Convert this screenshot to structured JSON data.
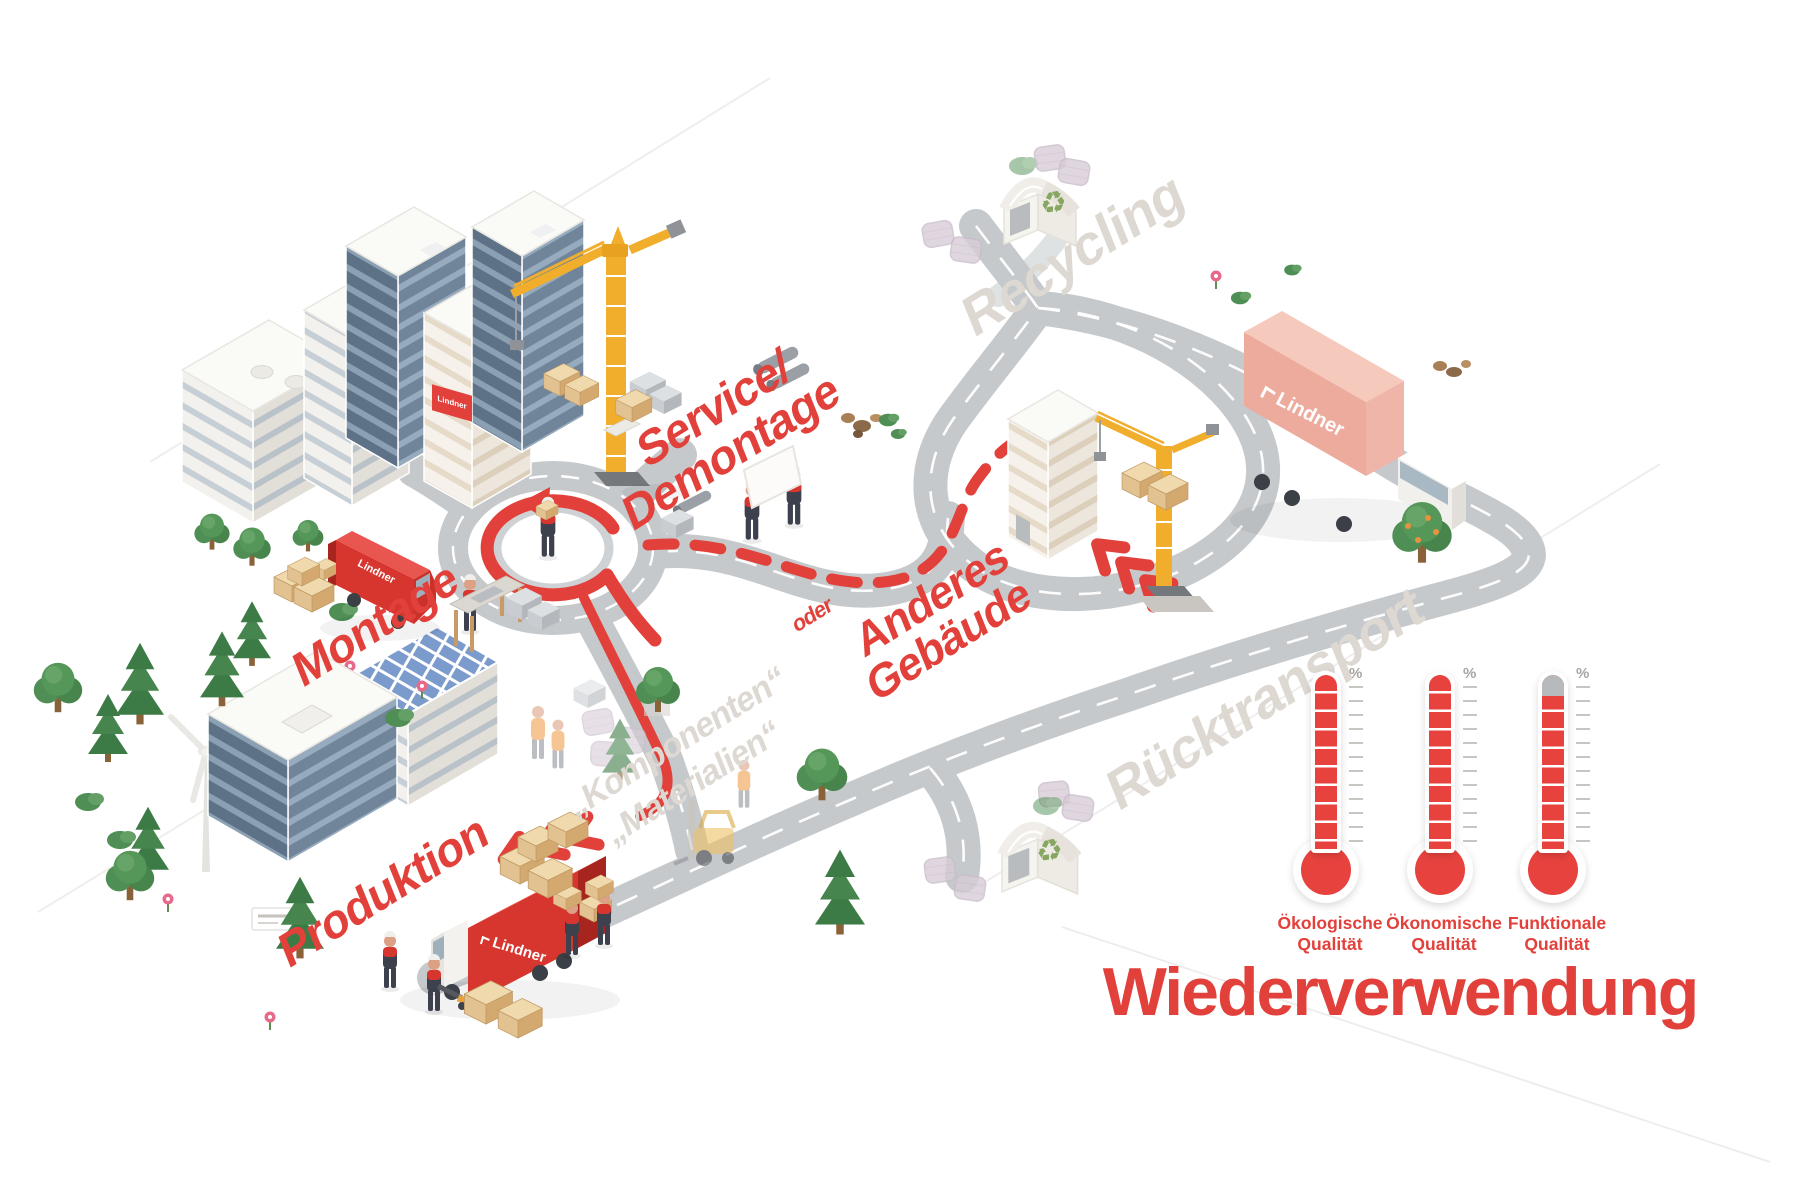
{
  "title": "Wiederverwendung",
  "brand": {
    "name": "Lindner"
  },
  "stage_labels": {
    "montage": "Montage",
    "service_line1": "Service/",
    "service_line2": "Demontage",
    "produktion": "Produktion",
    "oder": "oder",
    "anderes_line1": "Anderes",
    "anderes_line2": "Gebäude",
    "recycling": "Recycling",
    "ruecktransport": "Rücktransport",
    "komponenten": "„Komponenten“",
    "materialien": "„Materialien“"
  },
  "thermometers": {
    "unit": "%",
    "items": [
      {
        "label_line1": "Ökologische",
        "label_line2": "Qualität",
        "fill_percent": 100
      },
      {
        "label_line1": "Ökonomische",
        "label_line2": "Qualität",
        "fill_percent": 100
      },
      {
        "label_line1": "Funktionale",
        "label_line2": "Qualität",
        "fill_percent": 88
      }
    ]
  },
  "icons": {
    "recycle_glyph": "♻"
  },
  "colors": {
    "accent_red": "#e2403a",
    "truck_red": "#d7362f",
    "faded_label_grey": "#ddd8d2",
    "road_grey": "#c6c9cb",
    "crane_yellow": "#f0ae2c",
    "truck_pink": "#edab9e",
    "recycle_green": "#86a661"
  }
}
